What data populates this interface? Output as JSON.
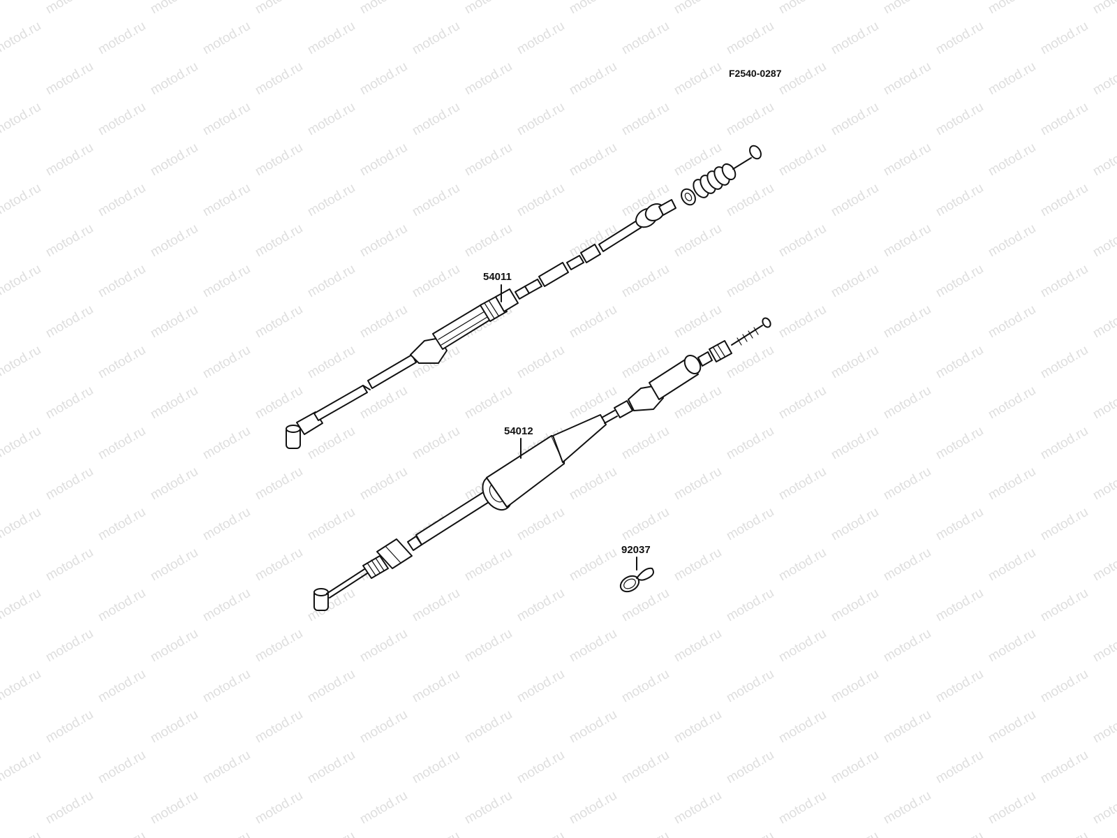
{
  "diagram_code": "F2540-0287",
  "watermark_text": "motod.ru",
  "parts": [
    {
      "number": "54011"
    },
    {
      "number": "54012"
    },
    {
      "number": "92037"
    }
  ],
  "colors": {
    "ink": "#111111",
    "watermark": "#dedede",
    "background": "#ffffff"
  }
}
